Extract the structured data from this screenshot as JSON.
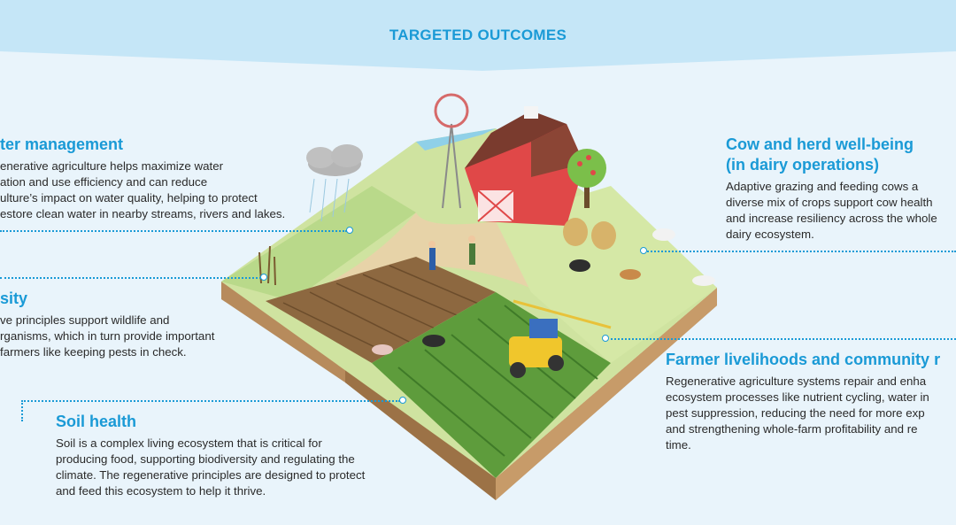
{
  "header": {
    "title": "TARGETED OUTCOMES"
  },
  "outcomes": {
    "water": {
      "title": "ter management",
      "lines": [
        "enerative agriculture helps maximize water",
        "ation and use efficiency and can reduce",
        "ulture’s impact on water quality, helping to protect",
        "estore clean water in nearby streams, rivers and lakes."
      ]
    },
    "biodiversity": {
      "title": "sity",
      "lines": [
        "ve principles support wildlife and",
        "rganisms, which in turn provide important",
        "farmers like keeping pests in check."
      ]
    },
    "soil": {
      "title": "Soil health",
      "lines": [
        "Soil is a complex living ecosystem that is critical for",
        "producing food, supporting biodiversity and regulating the",
        "climate. The regenerative principles are designed to protect",
        "and feed this ecosystem to help it thrive."
      ]
    },
    "cow": {
      "title_line1": "Cow and herd well-being",
      "title_line2": "(in dairy operations)",
      "lines": [
        "Adaptive grazing and feeding cows a",
        "diverse mix of crops support cow health",
        "and increase resiliency across the whole",
        "dairy ecosystem."
      ]
    },
    "farmer": {
      "title": "Farmer livelihoods and community r",
      "lines": [
        "Regenerative agriculture systems repair and enha",
        "ecosystem processes like nutrient cycling, water in",
        "pest suppression, reducing the need for more exp",
        "and strengthening whole-farm profitability and re",
        "time."
      ]
    }
  },
  "colors": {
    "accent": "#1a9ad6",
    "banner": "#c5e6f7",
    "barn": "#e04848",
    "grass": "#cfe3a0"
  }
}
